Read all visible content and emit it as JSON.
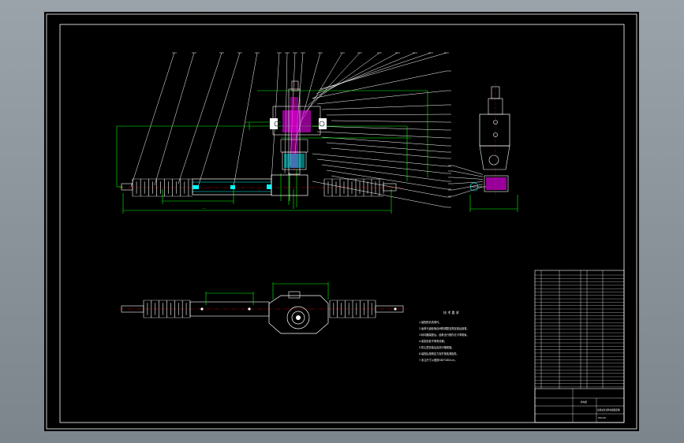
{
  "drawing": {
    "colors": {
      "background": "#000000",
      "frame": "#ffffff",
      "leader": "#ffffff",
      "dimension": "#00ff00",
      "part_outline": "#ffffff",
      "section": "#ff00ff",
      "highlight": "#00ffff",
      "boot": "#ffffff"
    },
    "tech_notes": {
      "title": "技 术 要 求",
      "lines": [
        "1.装配前清洗零件。",
        "2.齿条与齿轮啮合间隙调整至规定值后锁紧。",
        "3.转向器装配后，齿条全行程内无卡滞现象。",
        "4.各密封处不得有渗漏。",
        "5.防尘罩安装后应用卡箍紧固。",
        "6.装配后按规定力矩拧紧各紧固件。",
        "7.未注尺寸公差按GB/T1804-m。"
      ]
    },
    "title_block": {
      "name": "转向器",
      "school": "齿轮齿条式转向器装配图",
      "drawing_no": "ZXQ-00"
    }
  }
}
